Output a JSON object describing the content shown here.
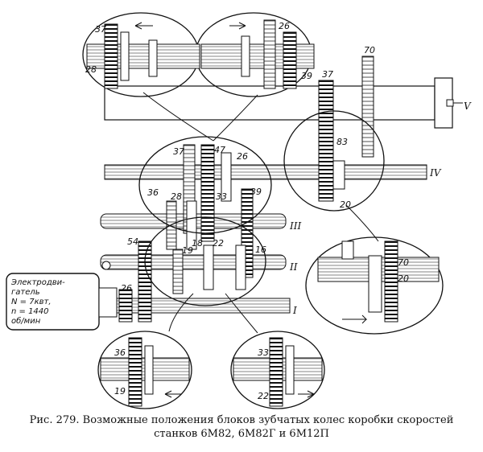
{
  "figure": {
    "caption_line1": "Рис. 279. Возможные положения блоков зубчатых колес коробки скоростей",
    "caption_line2": "станков 6М82, 6М82Г и 6М12П"
  },
  "motor": {
    "line1": "Электродви-",
    "line2": "гатель",
    "line3": "N = 7квт,",
    "line4": "n = 1440",
    "line5": "об/мин"
  },
  "shafts": {
    "I": "I",
    "II": "II",
    "III": "III",
    "IV": "IV",
    "V": "V"
  },
  "gears": {
    "g37a": "37",
    "g28a": "28",
    "g26a": "26",
    "g39a": "39",
    "g70": "70",
    "g37b": "37",
    "g83": "83",
    "g20a": "20",
    "g37c": "37",
    "g47": "47",
    "g26b": "26",
    "g36a": "36",
    "g28b": "28",
    "g33a": "33",
    "g39b": "39",
    "g54": "54",
    "g19a": "19",
    "g18": "18",
    "g22a": "22",
    "g16": "16",
    "g26c": "26",
    "g70b": "70",
    "g20b": "20",
    "g36b": "36",
    "g19b": "19",
    "g33b": "33",
    "g22b": "22"
  }
}
